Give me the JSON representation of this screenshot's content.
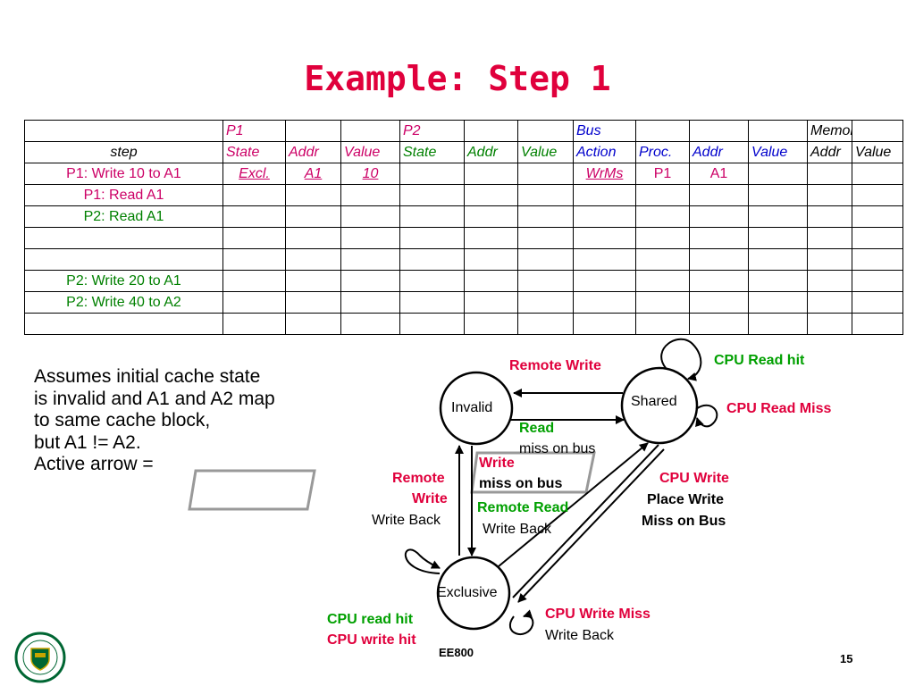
{
  "slide": {
    "title": "Example: Step 1",
    "page_number": "15",
    "footer_course": "EE800"
  },
  "table": {
    "header_row1": {
      "p1": "P1",
      "p2": "P2",
      "bus": "Bus",
      "memory": "Memory"
    },
    "header_row2": {
      "step": "step",
      "p1_state": "State",
      "p1_addr": "Addr",
      "p1_value": "Value",
      "p2_state": "State",
      "p2_addr": "Addr",
      "p2_value": "Value",
      "bus_action": "Action",
      "bus_proc": "Proc.",
      "bus_addr": "Addr",
      "bus_value": "Value",
      "mem_addr": "Addr",
      "mem_value": "Value"
    },
    "rows": [
      {
        "step": "P1: Write 10 to A1",
        "p1_state": "Excl.",
        "p1_addr": "A1",
        "p1_value": "10",
        "bus_action": "WrMs",
        "bus_proc": "P1",
        "bus_addr": "A1"
      },
      {
        "step": "P1: Read A1"
      },
      {
        "step": "P2: Read A1"
      },
      {
        "step": ""
      },
      {
        "step": ""
      },
      {
        "step": "P2: Write 20 to A1"
      },
      {
        "step": "P2: Write 40 to A2"
      },
      {
        "step": ""
      }
    ]
  },
  "assumptions": {
    "line1": "Assumes initial cache state",
    "line2": "is invalid and A1 and A2 map",
    "line3": "to same cache block,",
    "line4": "but A1 !=  A2.",
    "line5": "Active arrow  ="
  },
  "state_diagram": {
    "states": {
      "invalid": "Invalid",
      "shared": "Shared",
      "exclusive": "Exclusive"
    },
    "labels": {
      "remote_write_top": "Remote Write",
      "cpu_read_hit": "CPU Read hit",
      "cpu_read_miss": "CPU Read Miss",
      "read": "Read",
      "miss_on_bus_read": "miss on bus",
      "write": "Write",
      "miss_on_bus_write": "miss on bus",
      "remote_read": "Remote Read",
      "write_back_remote_read": "Write Back",
      "remote": "Remote",
      "write_left": "Write",
      "write_back_left": "Write Back",
      "cpu_write": "CPU Write",
      "place_write": "Place Write",
      "miss_on_bus_place": "Miss on Bus",
      "cpu_read_hit_excl": "CPU read hit",
      "cpu_write_hit_excl": "CPU write hit",
      "cpu_write_miss": "CPU Write Miss",
      "write_back_cwm": "Write Back"
    }
  },
  "colors": {
    "title": "#e0003c",
    "highlight_red": "#e0003c",
    "highlight_green": "#00a000",
    "table_magenta": "#cc0066",
    "table_green": "#008000",
    "table_blue": "#0000cc"
  }
}
